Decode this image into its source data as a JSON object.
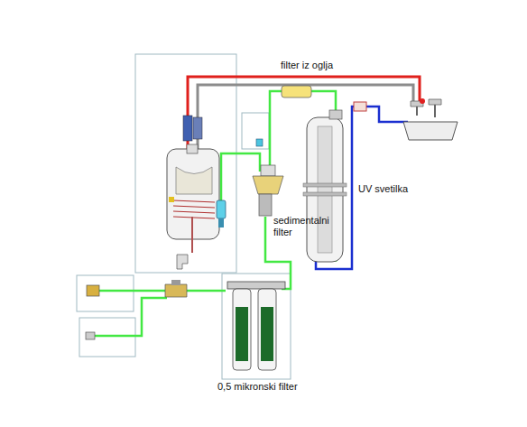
{
  "diagram": {
    "labels": [
      "filter iz oglja",
      "sedimentalni filter",
      "UV svetilka",
      "0,5 mikronski filter"
    ]
  }
}
